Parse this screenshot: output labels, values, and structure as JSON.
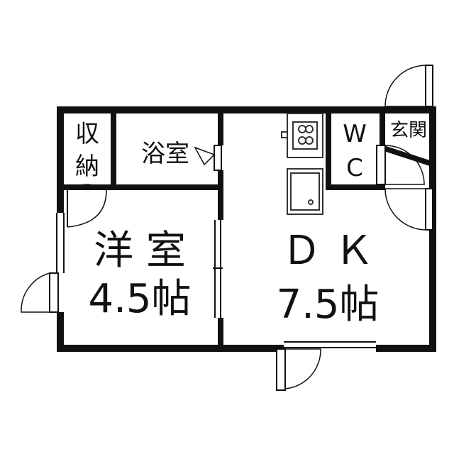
{
  "rooms": {
    "storage": {
      "line1": "収",
      "line2": "納"
    },
    "bath": {
      "label": "浴室"
    },
    "western": {
      "line1": "洋 室",
      "line2": "4.5帖"
    },
    "dk": {
      "line1": "Ｄ Ｋ",
      "line2": "7.5帖"
    },
    "wc": {
      "line1": "W",
      "line2": "C"
    },
    "entrance": {
      "label": "玄関"
    }
  }
}
